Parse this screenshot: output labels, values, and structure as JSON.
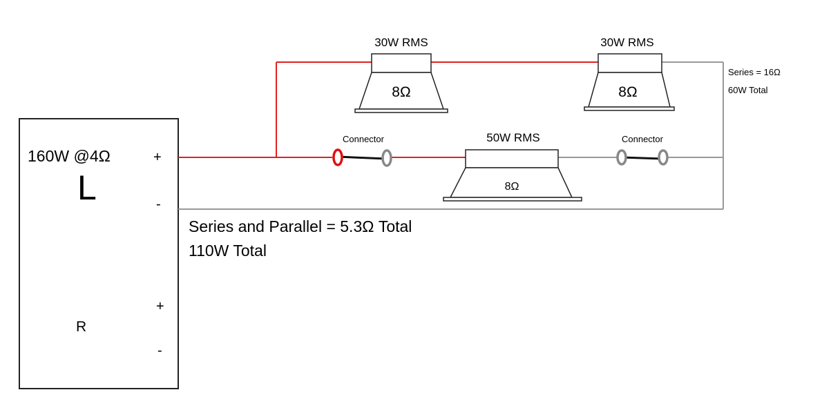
{
  "amplifier": {
    "rating": "160W @4Ω",
    "left_channel": "L",
    "right_channel": "R",
    "left_plus": "+",
    "left_minus": "-",
    "right_plus": "+",
    "right_minus": "-"
  },
  "speakers": [
    {
      "rating": "30W RMS",
      "impedance": "8Ω"
    },
    {
      "rating": "30W RMS",
      "impedance": "8Ω"
    },
    {
      "rating": "50W RMS",
      "impedance": "8Ω"
    }
  ],
  "connectors": [
    {
      "label": "Connector"
    },
    {
      "label": "Connector"
    }
  ],
  "series_note": {
    "line1": "Series = 16Ω",
    "line2": "60W Total"
  },
  "summary": {
    "line1": "Series and Parallel = 5.3Ω Total",
    "line2": "110W Total"
  },
  "colors": {
    "positive_wire": "#e02020",
    "negative_wire": "#999999",
    "connector_red": "#e01010",
    "connector_gray": "#888888",
    "outline": "#222222"
  }
}
